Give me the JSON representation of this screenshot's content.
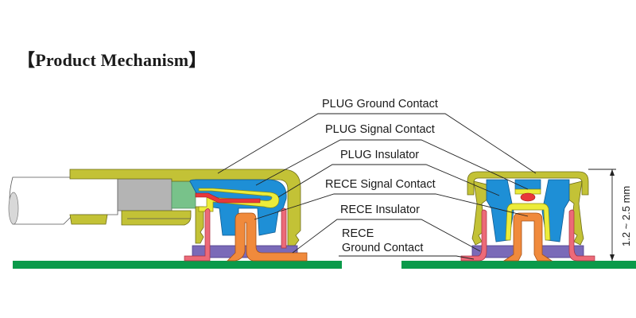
{
  "title": "【Product Mechanism】",
  "labels": {
    "plug_ground_contact": "PLUG Ground Contact",
    "plug_signal_contact": "PLUG Signal Contact",
    "plug_insulator": "PLUG Insulator",
    "rece_signal_contact": "RECE Signal Contact",
    "rece_insulator": "RECE Insulator",
    "rece_ground_contact_line1": "RECE",
    "rece_ground_contact_line2": "Ground Contact"
  },
  "dimension": {
    "label": "1.2 ~ 2.5 mm",
    "min_mm": 1.2,
    "max_mm": 2.5
  },
  "colors": {
    "pcb": "#0a9a4a",
    "ground_contact_plug": "#c3c236",
    "plug_insulator": "#1e8fd6",
    "plug_signal_contact": "#ecec3a",
    "cable_core": "#e8383a",
    "rece_insulator": "#7a6ab8",
    "rece_signal_contact": "#f08a3c",
    "rece_ground_contact": "#ec6a78",
    "cable_jacket": "#ffffff",
    "ferrule": "#b4b4b4",
    "cable_inner": "#78c28a"
  }
}
